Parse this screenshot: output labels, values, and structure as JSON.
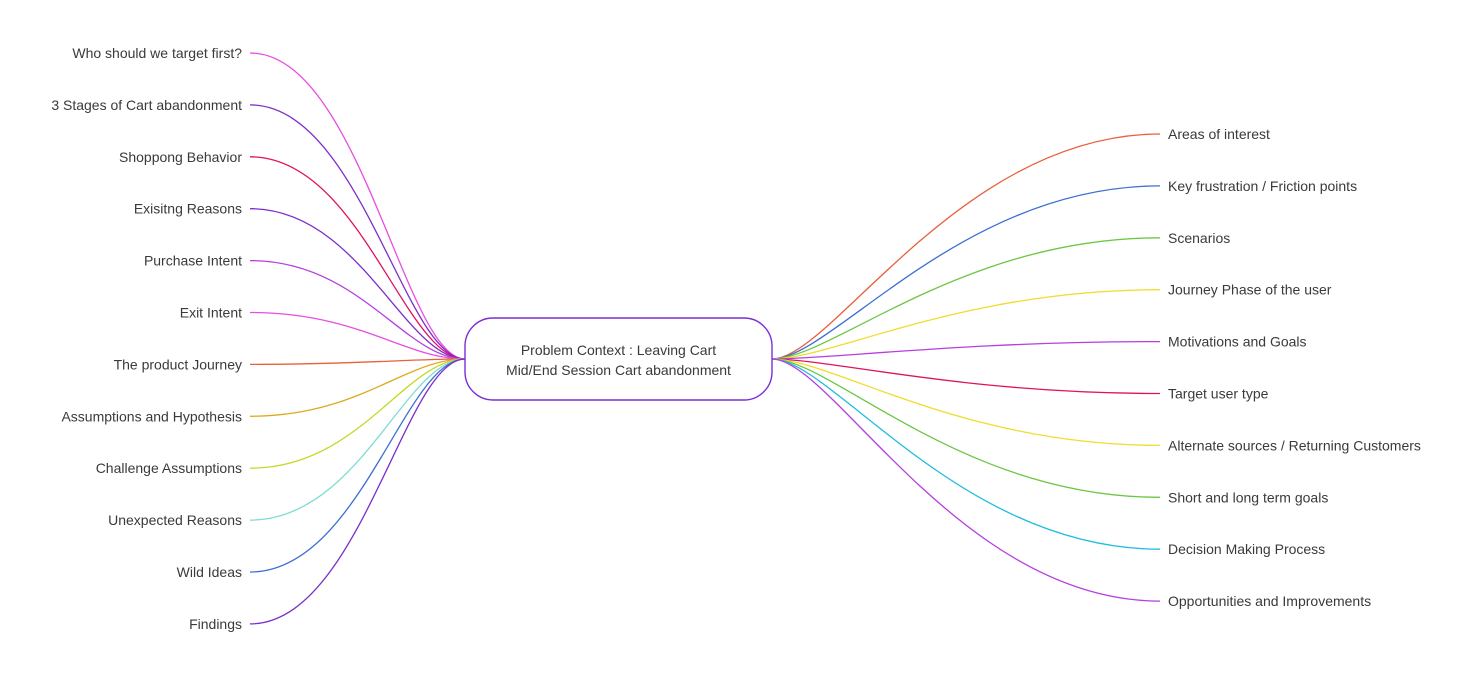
{
  "center": {
    "line1": "Problem Context : Leaving Cart",
    "line2": "Mid/End Session Cart abandonment",
    "border_color": "#7a2fd6"
  },
  "left_branches": [
    {
      "label": "Who should we target first?",
      "color": "#e84ee0"
    },
    {
      "label": "3 Stages of Cart abandonment",
      "color": "#7b2fc9"
    },
    {
      "label": "Shoppong Behavior",
      "color": "#e0115f"
    },
    {
      "label": "Exisitng Reasons",
      "color": "#7b2fc9"
    },
    {
      "label": "Purchase Intent",
      "color": "#b53fe0"
    },
    {
      "label": "Exit Intent",
      "color": "#e84ee0"
    },
    {
      "label": "The product Journey",
      "color": "#e8603c"
    },
    {
      "label": "Assumptions and Hypothesis",
      "color": "#e0a820"
    },
    {
      "label": "Challenge Assumptions",
      "color": "#c6d824"
    },
    {
      "label": "Unexpected Reasons",
      "color": "#7fdcd0"
    },
    {
      "label": "Wild Ideas",
      "color": "#3b6fd4"
    },
    {
      "label": "Findings",
      "color": "#7b2fc9"
    }
  ],
  "right_branches": [
    {
      "label": "Areas of interest",
      "color": "#e8603c"
    },
    {
      "label": "Key frustration / Friction points",
      "color": "#3b6fd4"
    },
    {
      "label": "Scenarios",
      "color": "#6cc644"
    },
    {
      "label": "Journey Phase of the user",
      "color": "#f0dc2a"
    },
    {
      "label": "Motivations and Goals",
      "color": "#b53fe0"
    },
    {
      "label": "Target user type",
      "color": "#e0115f"
    },
    {
      "label": "Alternate sources / Returning Customers",
      "color": "#f0dc2a"
    },
    {
      "label": "Short and long term goals",
      "color": "#6cc644"
    },
    {
      "label": "Decision Making Process",
      "color": "#1fbde0"
    },
    {
      "label": "Opportunities and Improvements",
      "color": "#b53fe0"
    }
  ]
}
